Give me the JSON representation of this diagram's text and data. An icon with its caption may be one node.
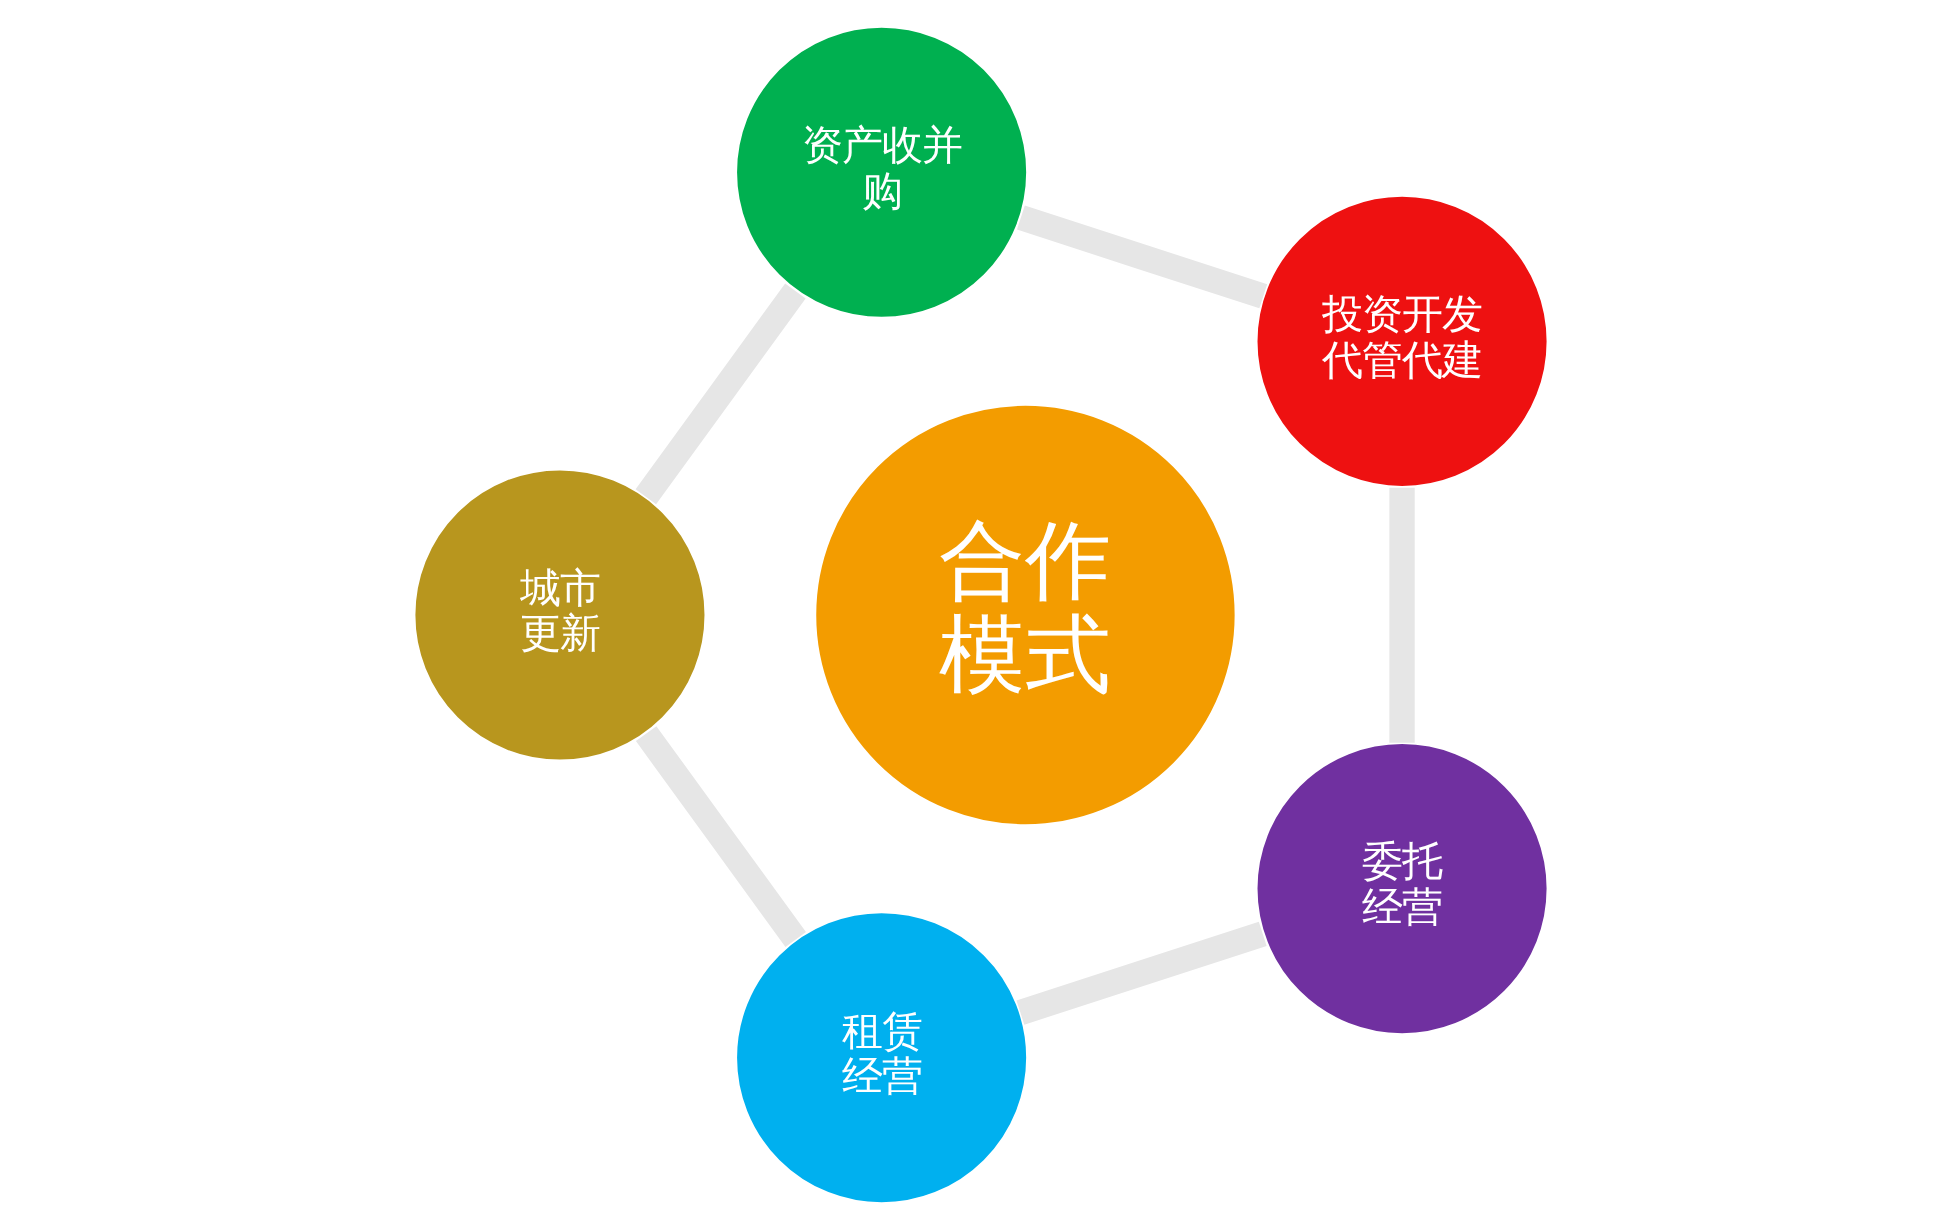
{
  "diagram": {
    "nodes": [
      {
        "text": [
          "合作模式"
        ]
      },
      {
        "text": [
          "投资开发代管代建"
        ]
      },
      {
        "text": [
          "资产收并购"
        ]
      },
      {
        "text": [
          "城市更新"
        ]
      },
      {
        "text": [
          "租赁经营"
        ]
      },
      {
        "text": [
          "委托经营"
        ]
      }
    ],
    "edges": [
      {
        "from": 1,
        "to": 2,
        "arrow": "none"
      },
      {
        "from": 2,
        "to": 3,
        "arrow": "none"
      },
      {
        "from": 3,
        "to": 4,
        "arrow": "none"
      },
      {
        "from": 4,
        "to": 5,
        "arrow": "none"
      },
      {
        "from": 5,
        "to": 1,
        "arrow": "none"
      }
    ]
  }
}
